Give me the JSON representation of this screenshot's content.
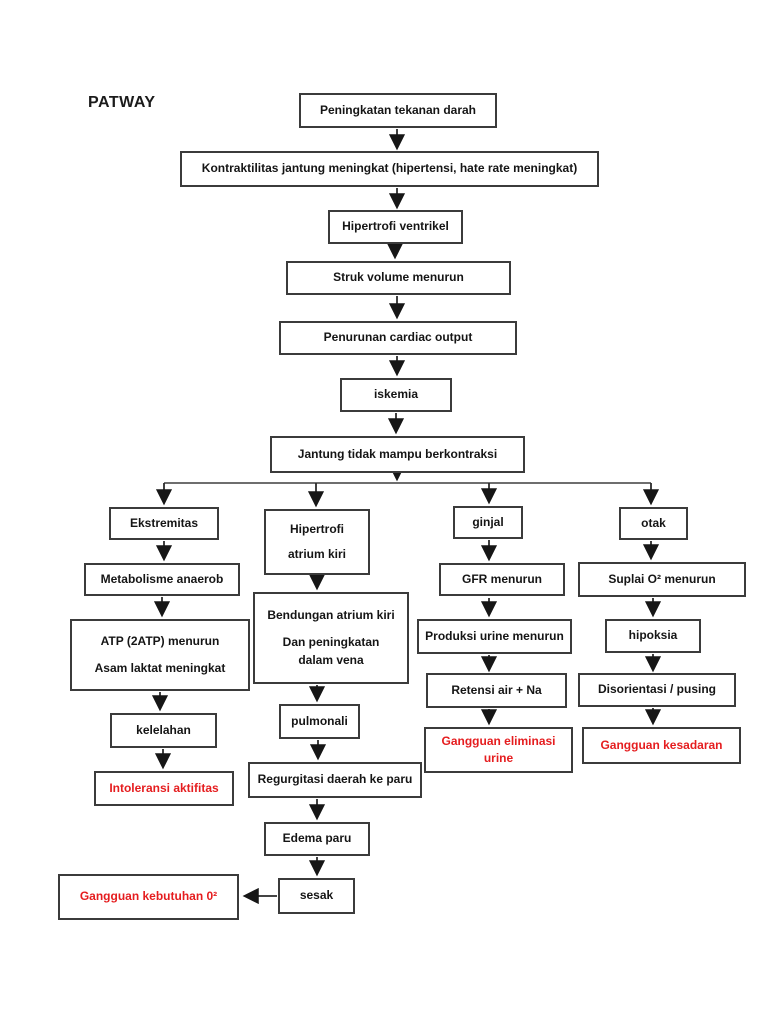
{
  "title": "PATWAY",
  "colors": {
    "background": "#ffffff",
    "box_border": "#3b3b3b",
    "text": "#151515",
    "red_text": "#e51d1f",
    "arrow": "#2a2a2a"
  },
  "flowchart": {
    "nodes": {
      "peningkatan_tekanan_darah": {
        "label": "Peningkatan tekanan darah"
      },
      "kontraktilitas": {
        "label": "Kontraktilitas jantung meningkat (hipertensi, hate rate meningkat)"
      },
      "hipertrofi_ventrikel": {
        "label": "Hipertrofi ventrikel"
      },
      "struk_volume": {
        "label": "Struk volume menurun"
      },
      "penurunan_cardiac_output": {
        "label": "Penurunan cardiac output"
      },
      "iskemia": {
        "label": "iskemia"
      },
      "jantung_tidak_mampu": {
        "label": "Jantung tidak mampu berkontraksi"
      },
      "ekstremitas": {
        "label": "Ekstremitas"
      },
      "metabolisme_anaerob": {
        "label": "Metabolisme anaerob"
      },
      "atp_menurun": {
        "lines": [
          "ATP (2ATP) menurun",
          "Asam laktat meningkat"
        ]
      },
      "kelelahan": {
        "label": "kelelahan"
      },
      "intoleransi_aktifitas": {
        "label": "Intoleransi aktifitas",
        "color": "red"
      },
      "hipertrofi_atrium": {
        "lines": [
          "Hipertrofi",
          "atrium kiri"
        ]
      },
      "bendungan_atrium": {
        "lines": [
          "Bendungan atrium kiri",
          "Dan peningkatan",
          "dalam vena"
        ]
      },
      "pulmonali": {
        "label": "pulmonali"
      },
      "regurgitasi": {
        "label": "Regurgitasi daerah ke paru"
      },
      "edema_paru": {
        "label": "Edema paru"
      },
      "sesak": {
        "label": "sesak"
      },
      "gangguan_kebutuhan_o2": {
        "label": "Gangguan kebutuhan 0²",
        "color": "red"
      },
      "ginjal": {
        "label": "ginjal"
      },
      "gfr_menurun": {
        "label": "GFR menurun"
      },
      "produksi_urine": {
        "label": "Produksi urine menurun"
      },
      "retensi_air_na": {
        "label": "Retensi air + Na"
      },
      "gangguan_eliminasi_urine": {
        "lines": [
          "Gangguan eliminasi",
          "urine"
        ],
        "color": "red"
      },
      "otak": {
        "label": "otak"
      },
      "suplai_o2": {
        "label": "Suplai O² menurun"
      },
      "hipoksia": {
        "label": "hipoksia"
      },
      "disorientasi": {
        "label": "Disorientasi / pusing"
      },
      "gangguan_kesadaran": {
        "label": "Gangguan kesadaran",
        "color": "red"
      }
    }
  }
}
